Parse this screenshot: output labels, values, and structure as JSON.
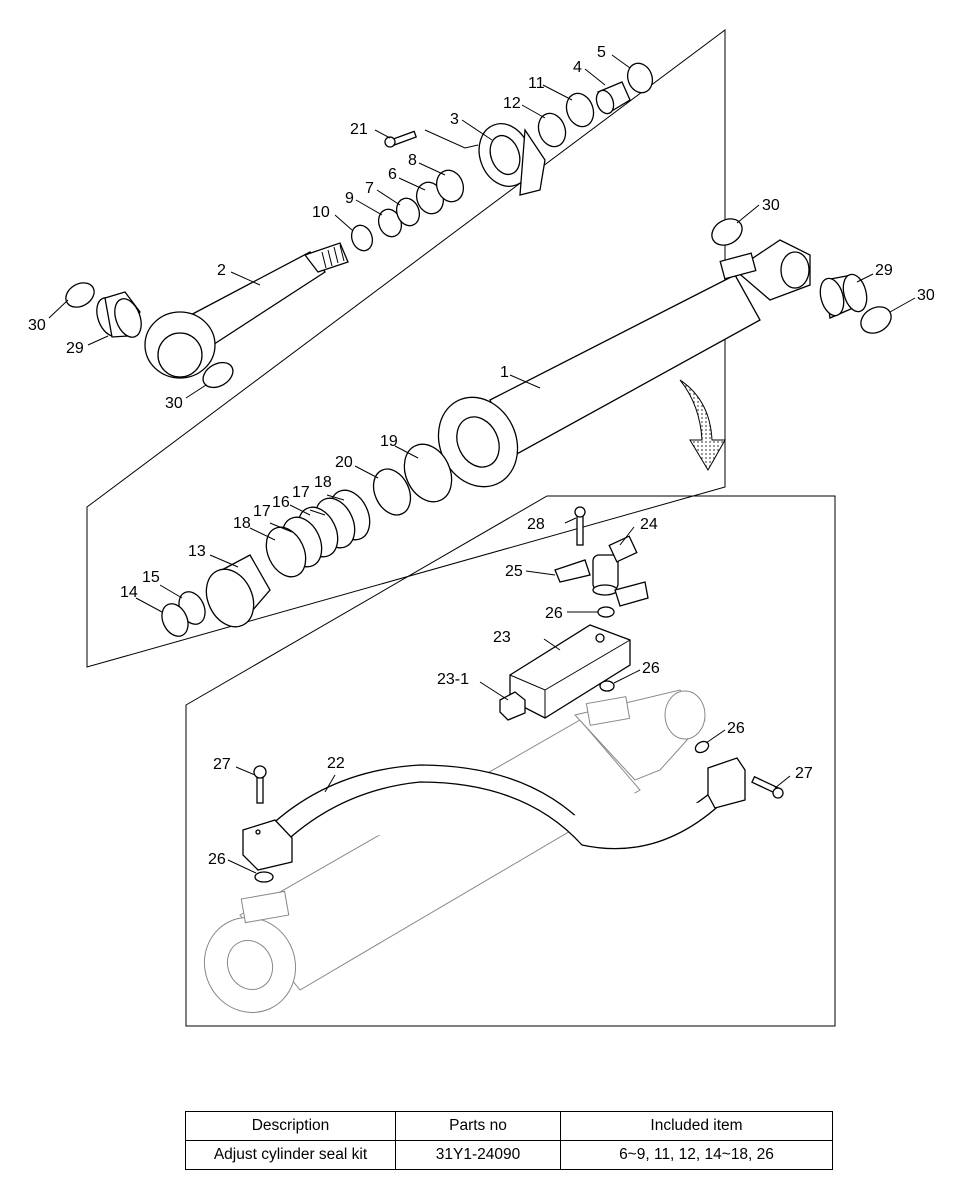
{
  "callouts": {
    "n1": "1",
    "n2": "2",
    "n3": "3",
    "n4": "4",
    "n5": "5",
    "n6": "6",
    "n7": "7",
    "n8": "8",
    "n9": "9",
    "n10": "10",
    "n11": "11",
    "n12": "12",
    "n13": "13",
    "n14": "14",
    "n15": "15",
    "n16": "16",
    "n17a": "17",
    "n17b": "17",
    "n18a": "18",
    "n18b": "18",
    "n19": "19",
    "n20": "20",
    "n21": "21",
    "n22": "22",
    "n23": "23",
    "n23_1": "23-1",
    "n24": "24",
    "n25": "25",
    "n26a": "26",
    "n26b": "26",
    "n26c": "26",
    "n26d": "26",
    "n27a": "27",
    "n27b": "27",
    "n28": "28",
    "n29a": "29",
    "n29b": "29",
    "n30a": "30",
    "n30b": "30",
    "n30c": "30",
    "n30d": "30"
  },
  "table": {
    "headers": [
      "Description",
      "Parts no",
      "Included item"
    ],
    "rows": [
      [
        "Adjust cylinder seal kit",
        "31Y1-24090",
        "6~9, 11, 12, 14~18, 26"
      ]
    ]
  }
}
